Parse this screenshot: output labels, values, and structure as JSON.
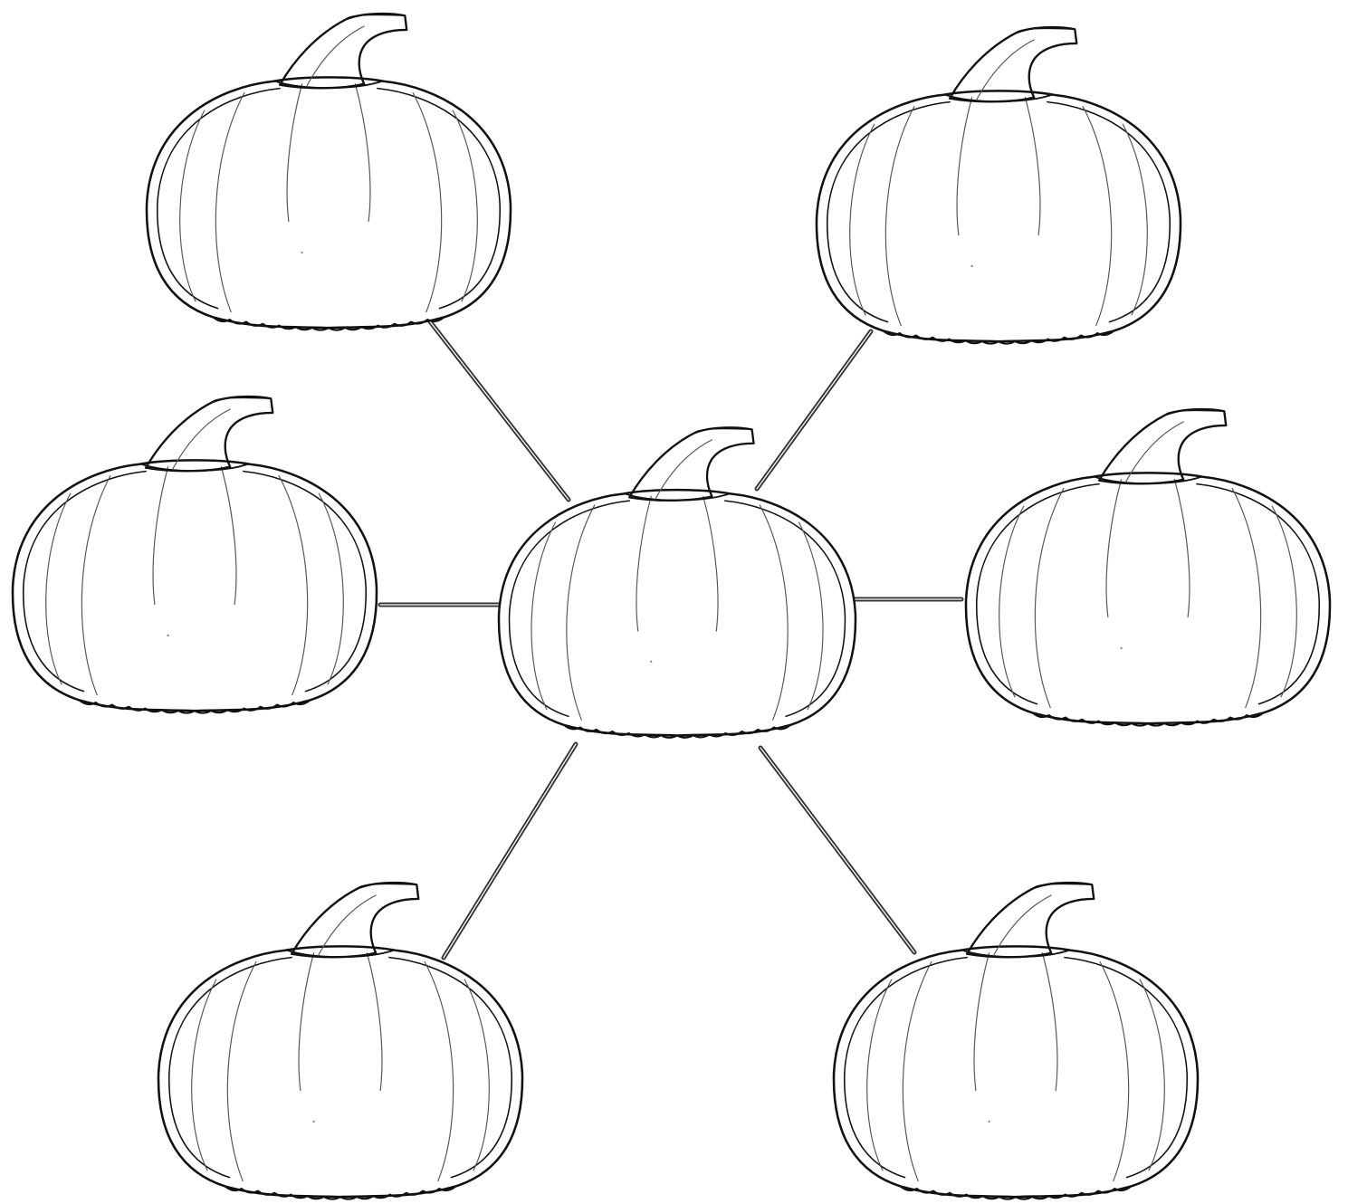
{
  "diagram": {
    "type": "pumpkin-web-graphic-organizer",
    "center_node": {
      "id": "center",
      "label": "",
      "shape": "pumpkin-icon"
    },
    "outer_nodes": [
      {
        "id": "top-left",
        "label": "",
        "shape": "pumpkin-icon"
      },
      {
        "id": "top-right",
        "label": "",
        "shape": "pumpkin-icon"
      },
      {
        "id": "middle-left",
        "label": "",
        "shape": "pumpkin-icon"
      },
      {
        "id": "middle-right",
        "label": "",
        "shape": "pumpkin-icon"
      },
      {
        "id": "bottom-left",
        "label": "",
        "shape": "pumpkin-icon"
      },
      {
        "id": "bottom-right",
        "label": "",
        "shape": "pumpkin-icon"
      }
    ],
    "edges": [
      {
        "from": "center",
        "to": "top-left"
      },
      {
        "from": "center",
        "to": "top-right"
      },
      {
        "from": "center",
        "to": "middle-left"
      },
      {
        "from": "center",
        "to": "middle-right"
      },
      {
        "from": "center",
        "to": "bottom-left"
      },
      {
        "from": "center",
        "to": "bottom-right"
      }
    ]
  },
  "colors": {
    "background": "#ffffff",
    "outline": "#111111",
    "rib": "#555555",
    "connector": "#333333"
  }
}
